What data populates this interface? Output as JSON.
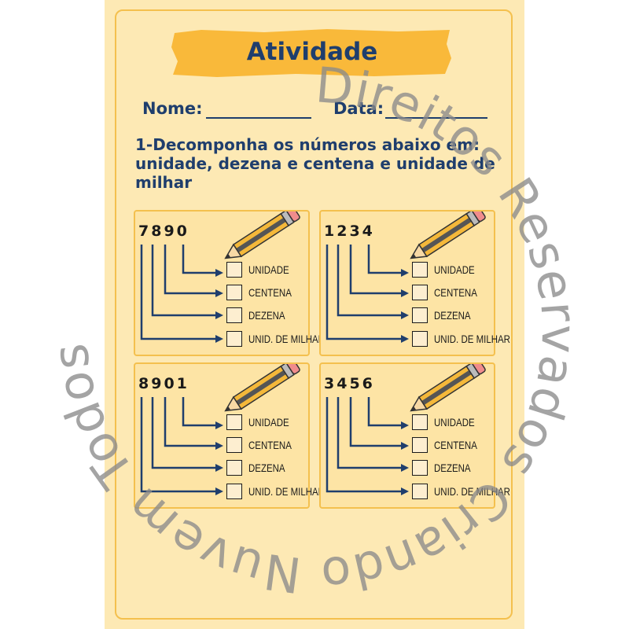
{
  "title": "Atividade",
  "header": {
    "name_label": "Nome:",
    "date_label": "Data:"
  },
  "question": "1-Decomponha os números abaixo em: unidade, dezena e centena e unidade de milhar",
  "cards": [
    {
      "number": "7890"
    },
    {
      "number": "1234"
    },
    {
      "number": "8901"
    },
    {
      "number": "3456"
    }
  ],
  "options": [
    "UNIDADE",
    "CENTENA",
    "DEZENA",
    "UNID. DE MILHAR"
  ],
  "watermark": "Direitos Reservados Criando Nuvem Todos",
  "colors": {
    "navy": "#1f3e6d",
    "banner": "#f9b93a",
    "paper": "#fde9b4",
    "border": "#f4c04e"
  }
}
